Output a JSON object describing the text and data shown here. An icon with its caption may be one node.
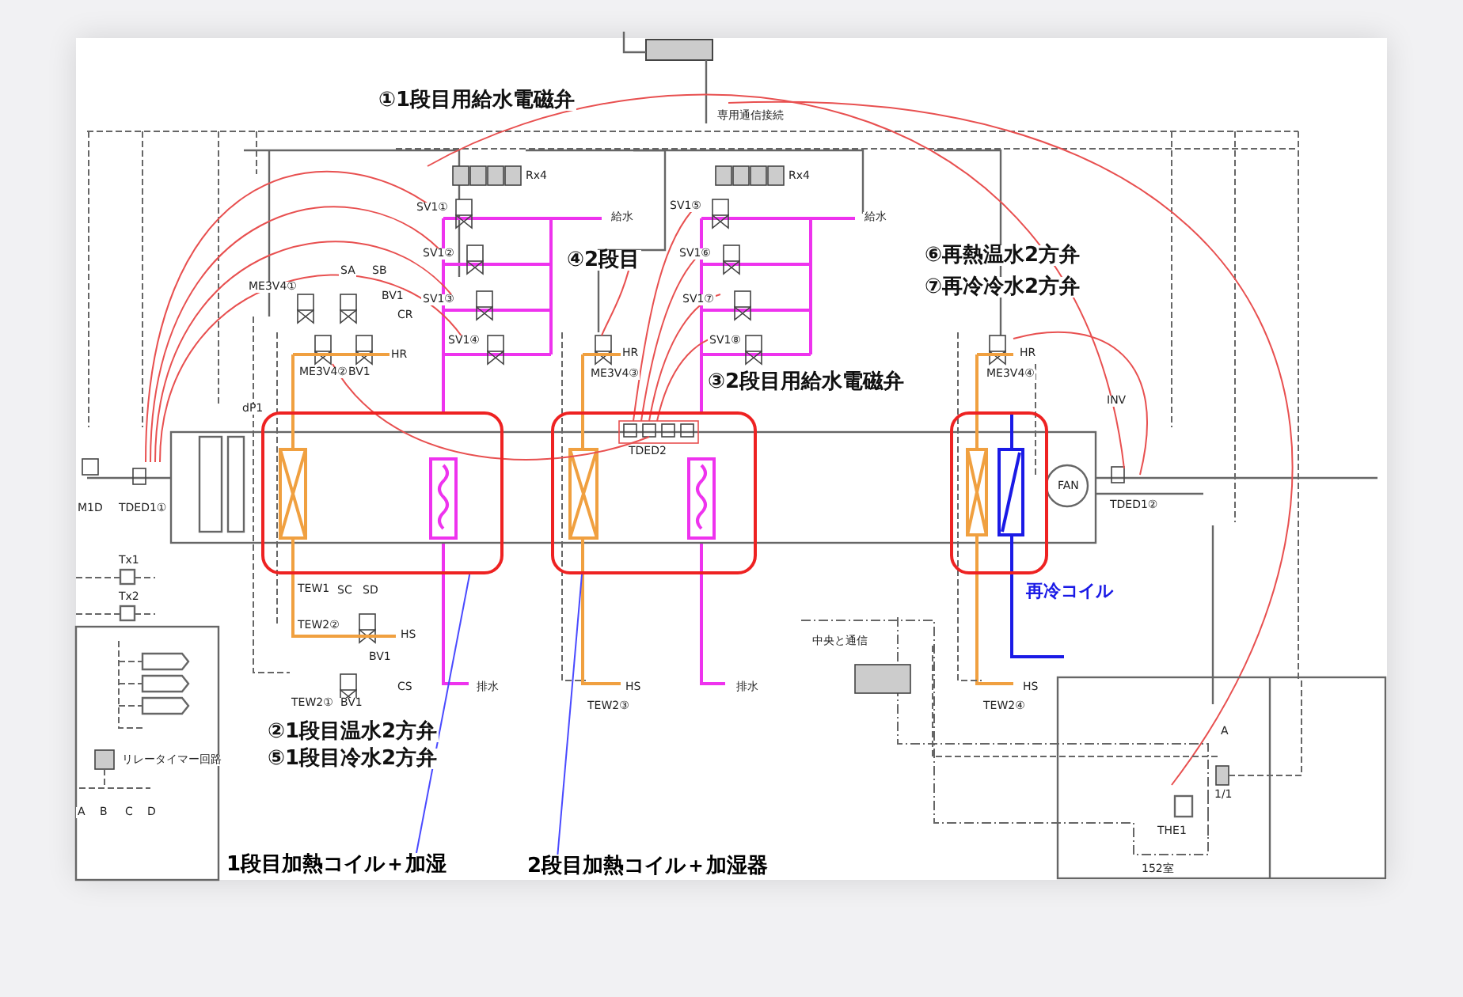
{
  "diagram": {
    "nodes": [
      {
        "text": [],
        "shape": "box"
      },
      {
        "text": [],
        "shape": "box"
      },
      {
        "text": [],
        "shape": "box"
      },
      {
        "text": [
          "1段目加熱コイル＋加湿"
        ]
      },
      {
        "text": [
          "2段目加熱コイル＋加湿器"
        ]
      }
    ],
    "edges": [
      {
        "from": 3,
        "to": 0,
        "arrow": "none",
        "color": "#4a4aff"
      },
      {
        "from": 4,
        "to": 1,
        "arrow": "none",
        "color": "#4a4aff"
      }
    ],
    "labels": [
      "①1段目用給水電磁弁",
      "専用通信接続",
      "Rx4",
      "Rx4",
      "SV1①",
      "SV1⑤",
      "給水",
      "給水",
      "SV1②",
      "SV1⑥",
      "④2段目",
      "⑥再熱温水2方弁",
      "⑦再冷冷水2方弁",
      "SA",
      "SB",
      "ME3V4①",
      "BV1",
      "SV1③",
      "SV1⑦",
      "CR",
      "SV1④",
      "SV1⑧",
      "HR",
      "HR",
      "HR",
      "ME3V4②",
      "BV1",
      "ME3V4③",
      "ME3V4④",
      "③2段目用給水電磁弁",
      "INV",
      "dP1",
      "TDED2",
      "FAN",
      "M1D",
      "TDED1①",
      "TDED1②",
      "Tx1",
      "TEW1",
      "SC",
      "SD",
      "再冷コイル",
      "Tx2",
      "TEW2②",
      "HS",
      "中央と通信",
      "BV1",
      "CS",
      "排水",
      "HS",
      "排水",
      "HS",
      "TEW2①",
      "BV1",
      "TEW2③",
      "TEW2④",
      "A",
      "②1段目温水2方弁",
      "⑤1段目冷水2方弁",
      "リレータイマー回路",
      "A",
      "B",
      "C",
      "D",
      "1/1",
      "THE1",
      "152室"
    ]
  }
}
